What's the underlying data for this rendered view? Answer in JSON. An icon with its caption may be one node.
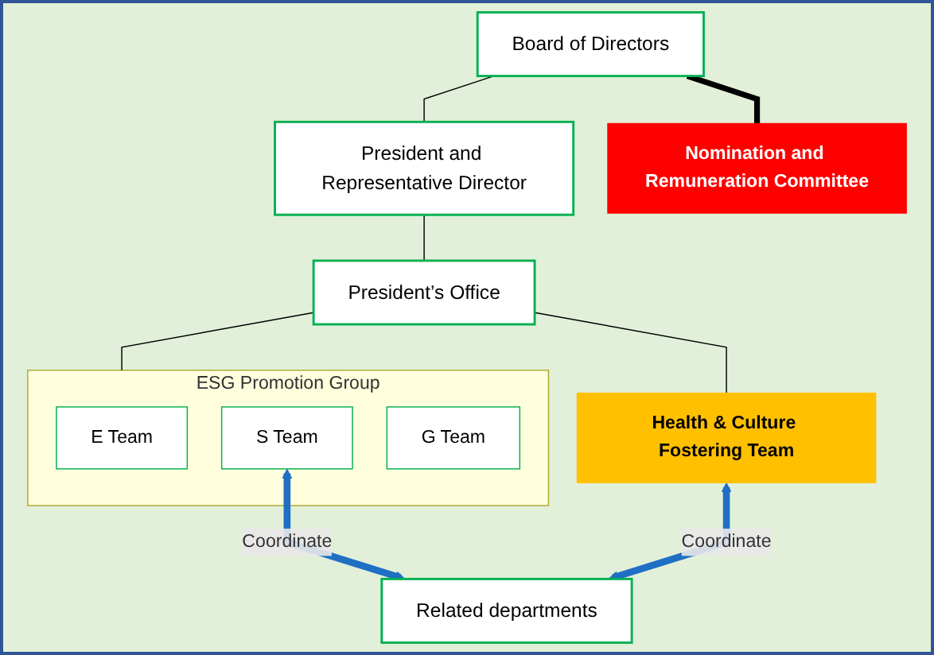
{
  "diagram": {
    "nodes": [
      {
        "text": [
          "Board of Directors"
        ]
      },
      {
        "text": [
          "President and Representative Director"
        ]
      },
      {
        "text": [
          "Nomination and Remuneration Committee"
        ]
      },
      {
        "text": [
          "President’s Office"
        ]
      },
      {
        "text": [
          "ESG Promotion Group"
        ]
      },
      {
        "text": [
          "E Team"
        ],
        "in": 4
      },
      {
        "text": [
          "S Team"
        ],
        "in": 4
      },
      {
        "text": [
          "G Team"
        ],
        "in": 4
      },
      {
        "text": [
          "Health & Culture Fostering Team"
        ]
      },
      {
        "text": [
          "Related departments"
        ]
      }
    ],
    "edges": [
      {
        "from": 0,
        "to": 1,
        "arrow": "none"
      },
      {
        "from": 0,
        "to": 2,
        "arrow": "none",
        "style": "thick"
      },
      {
        "from": 1,
        "to": 3,
        "arrow": "none"
      },
      {
        "from": 3,
        "to": 4,
        "arrow": "none"
      },
      {
        "from": 3,
        "to": 8,
        "arrow": "none"
      },
      {
        "from": 6,
        "to": 9,
        "arrow": "both",
        "label": "Coordinate",
        "style": "thick",
        "color": "#1f6fc4"
      },
      {
        "from": 8,
        "to": 9,
        "arrow": "both",
        "label": "Coordinate",
        "style": "thick",
        "color": "#1f6fc4"
      }
    ]
  }
}
